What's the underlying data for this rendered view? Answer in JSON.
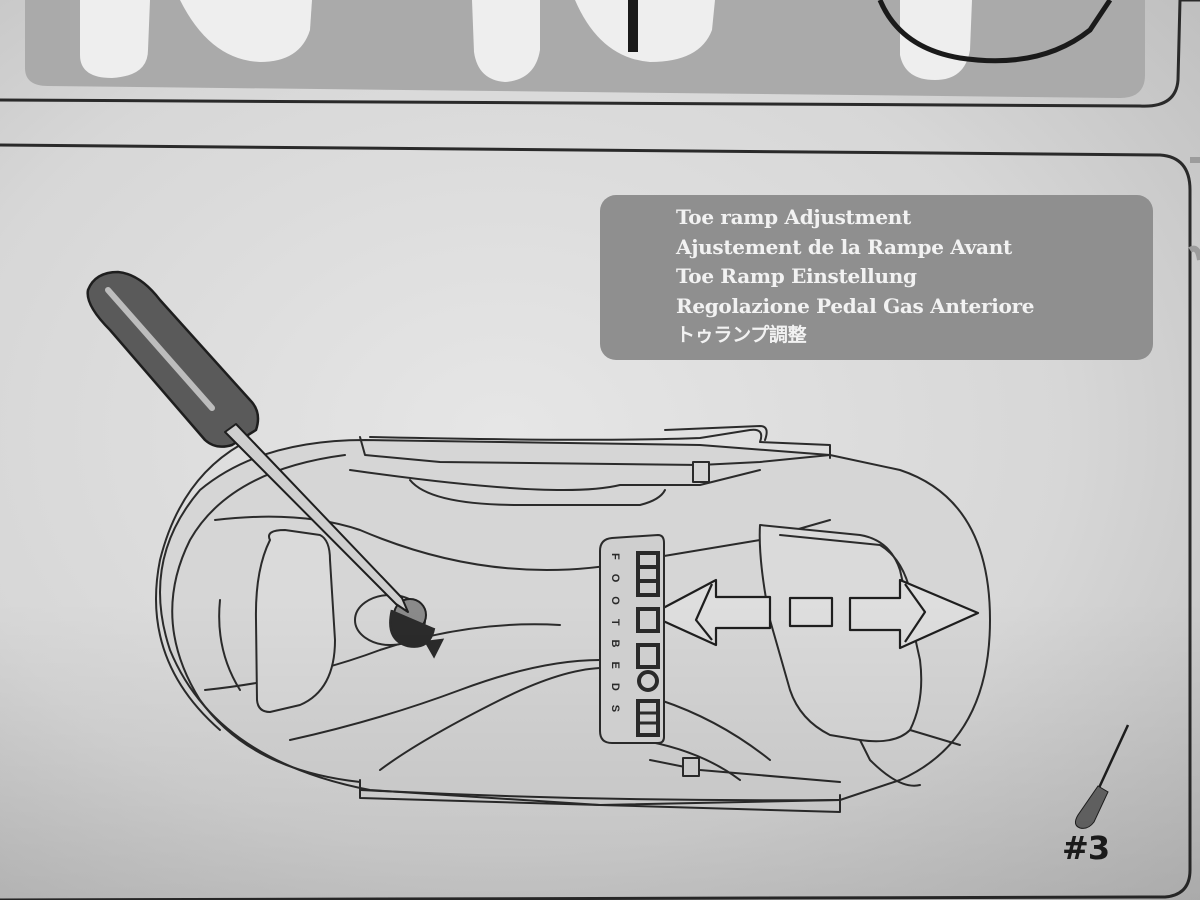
{
  "instruction_panel": {
    "caption_lines": [
      "Toe ramp Adjustment",
      "Ajustement de la Rampe Avant",
      "Toe Ramp Einstellung",
      "Regolazione Pedal Gas Anteriore",
      "トゥランプ調整"
    ],
    "step_number": "#3",
    "logo_text": "FOOTBEDS",
    "tool_icon": "phillips-screwdriver-icon"
  },
  "colors": {
    "paper": "#dcdcdc",
    "caption_box": "#8f8f8f",
    "caption_text": "#f2f2f2",
    "ink": "#2a2a2a"
  }
}
